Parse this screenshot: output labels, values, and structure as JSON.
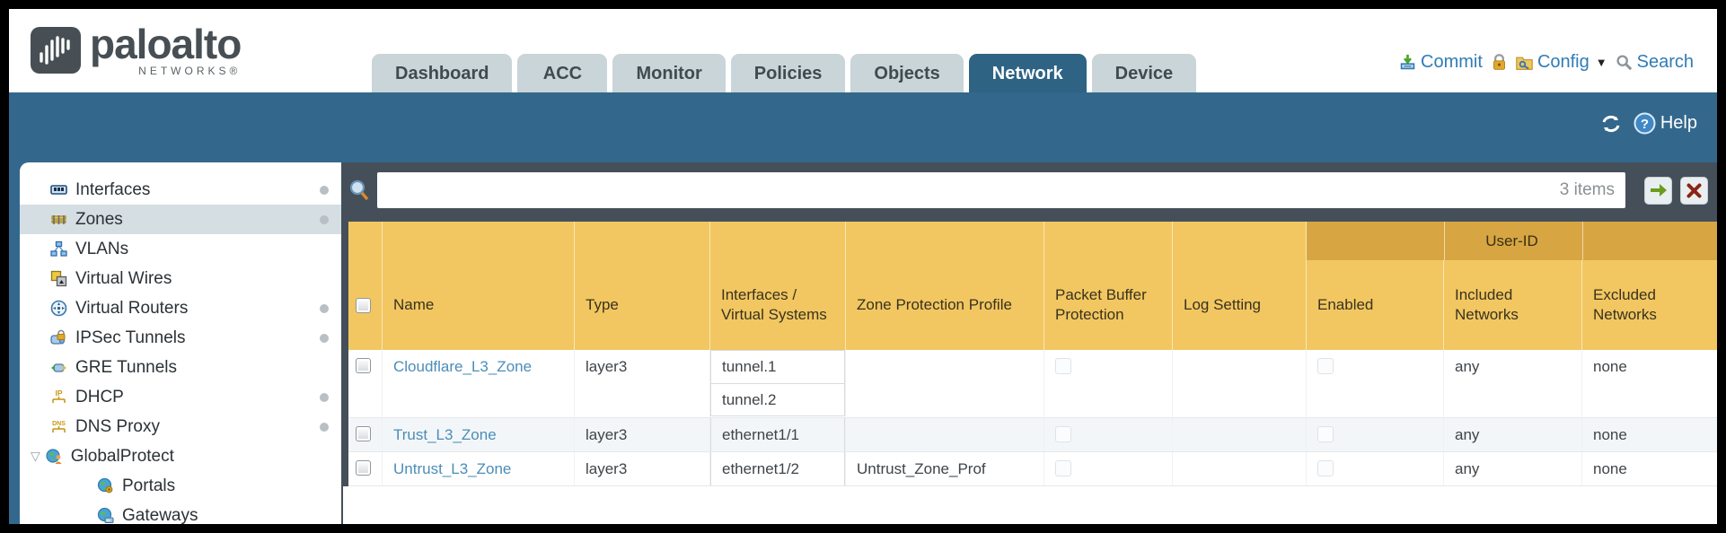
{
  "brand": {
    "name": "paloalto",
    "subtitle": "NETWORKS®"
  },
  "nav": {
    "tabs": [
      {
        "label": "Dashboard",
        "active": false
      },
      {
        "label": "ACC",
        "active": false
      },
      {
        "label": "Monitor",
        "active": false
      },
      {
        "label": "Policies",
        "active": false
      },
      {
        "label": "Objects",
        "active": false
      },
      {
        "label": "Network",
        "active": true
      },
      {
        "label": "Device",
        "active": false
      }
    ],
    "actions": {
      "commit": "Commit",
      "config": "Config",
      "search": "Search"
    }
  },
  "band": {
    "help": "Help"
  },
  "sidebar": {
    "items": [
      {
        "label": "Interfaces",
        "dot": true
      },
      {
        "label": "Zones",
        "dot": true,
        "selected": true
      },
      {
        "label": "VLANs",
        "dot": false
      },
      {
        "label": "Virtual Wires",
        "dot": false
      },
      {
        "label": "Virtual Routers",
        "dot": true
      },
      {
        "label": "IPSec Tunnels",
        "dot": true
      },
      {
        "label": "GRE Tunnels",
        "dot": false
      },
      {
        "label": "DHCP",
        "dot": true
      },
      {
        "label": "DNS Proxy",
        "dot": true
      },
      {
        "label": "GlobalProtect",
        "dot": false,
        "expanded": true
      },
      {
        "label": "Portals",
        "dot": false,
        "child": true
      },
      {
        "label": "Gateways",
        "dot": false,
        "child": true
      }
    ]
  },
  "search": {
    "count_label": "3 items"
  },
  "table": {
    "group_header": "User-ID",
    "columns": [
      "Name",
      "Type",
      "Interfaces / Virtual Systems",
      "Zone Protection Profile",
      "Packet Buffer Protection",
      "Log Setting",
      "Enabled",
      "Included Networks",
      "Excluded Networks"
    ],
    "rows": [
      {
        "name": "Cloudflare_L3_Zone",
        "type": "layer3",
        "interfaces": [
          "tunnel.1",
          "tunnel.2"
        ],
        "zone_protection_profile": "",
        "log_setting": "",
        "included_networks": "any",
        "excluded_networks": "none"
      },
      {
        "name": "Trust_L3_Zone",
        "type": "layer3",
        "interfaces": [
          "ethernet1/1"
        ],
        "zone_protection_profile": "",
        "log_setting": "",
        "included_networks": "any",
        "excluded_networks": "none"
      },
      {
        "name": "Untrust_L3_Zone",
        "type": "layer3",
        "interfaces": [
          "ethernet1/2"
        ],
        "zone_protection_profile": "Untrust_Zone_Prof",
        "log_setting": "",
        "included_networks": "any",
        "excluded_networks": "none"
      }
    ]
  },
  "colors": {
    "teal_band": "#33688c",
    "slate": "#454f59",
    "header_gold": "#f2c761",
    "userid_gold": "#d7a643",
    "active_tab": "#2e6384",
    "link_blue": "#4b8db8",
    "action_blue": "#2f7cb5"
  }
}
